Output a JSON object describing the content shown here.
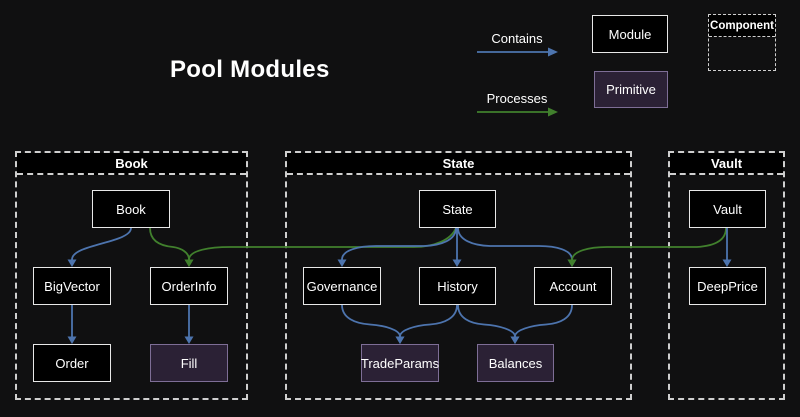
{
  "title": "Pool Modules",
  "legend": {
    "contains_label": "Contains",
    "processes_label": "Processes",
    "module_label": "Module",
    "primitive_label": "Primitive",
    "component_label": "Component"
  },
  "colors": {
    "contains": "#4d74ae",
    "processes": "#41802d",
    "module_fill": "#000000",
    "module_border": "#e8e8e8",
    "primitive_fill": "#2b2135",
    "primitive_border": "#7e6e96",
    "dashed_border": "#cfcfcf",
    "background": "#101011"
  },
  "sections": [
    {
      "id": "book",
      "label": "Book"
    },
    {
      "id": "state",
      "label": "State"
    },
    {
      "id": "vault",
      "label": "Vault"
    }
  ],
  "nodes": [
    {
      "id": "book",
      "label": "Book",
      "kind": "module",
      "section": "book"
    },
    {
      "id": "bigvector",
      "label": "BigVector",
      "kind": "module",
      "section": "book"
    },
    {
      "id": "orderinfo",
      "label": "OrderInfo",
      "kind": "module",
      "section": "book"
    },
    {
      "id": "order",
      "label": "Order",
      "kind": "module",
      "section": "book"
    },
    {
      "id": "fill",
      "label": "Fill",
      "kind": "primitive",
      "section": "book"
    },
    {
      "id": "state",
      "label": "State",
      "kind": "module",
      "section": "state"
    },
    {
      "id": "governance",
      "label": "Governance",
      "kind": "module",
      "section": "state"
    },
    {
      "id": "history",
      "label": "History",
      "kind": "module",
      "section": "state"
    },
    {
      "id": "account",
      "label": "Account",
      "kind": "module",
      "section": "state"
    },
    {
      "id": "tradeparams",
      "label": "TradeParams",
      "kind": "primitive",
      "section": "state"
    },
    {
      "id": "balances",
      "label": "Balances",
      "kind": "primitive",
      "section": "state"
    },
    {
      "id": "vault",
      "label": "Vault",
      "kind": "module",
      "section": "vault"
    },
    {
      "id": "deepprice",
      "label": "DeepPrice",
      "kind": "module",
      "section": "vault"
    }
  ],
  "edges": [
    {
      "from": "book",
      "to": "bigvector",
      "relation": "contains"
    },
    {
      "from": "book",
      "to": "orderinfo",
      "relation": "processes"
    },
    {
      "from": "state",
      "to": "orderinfo",
      "relation": "processes"
    },
    {
      "from": "bigvector",
      "to": "order",
      "relation": "contains"
    },
    {
      "from": "orderinfo",
      "to": "fill",
      "relation": "contains"
    },
    {
      "from": "state",
      "to": "governance",
      "relation": "contains"
    },
    {
      "from": "state",
      "to": "history",
      "relation": "contains"
    },
    {
      "from": "state",
      "to": "account",
      "relation": "contains"
    },
    {
      "from": "governance",
      "to": "tradeparams",
      "relation": "contains"
    },
    {
      "from": "history",
      "to": "tradeparams",
      "relation": "contains"
    },
    {
      "from": "history",
      "to": "balances",
      "relation": "contains"
    },
    {
      "from": "account",
      "to": "balances",
      "relation": "contains"
    },
    {
      "from": "vault",
      "to": "account",
      "relation": "processes"
    },
    {
      "from": "vault",
      "to": "deepprice",
      "relation": "contains"
    }
  ]
}
